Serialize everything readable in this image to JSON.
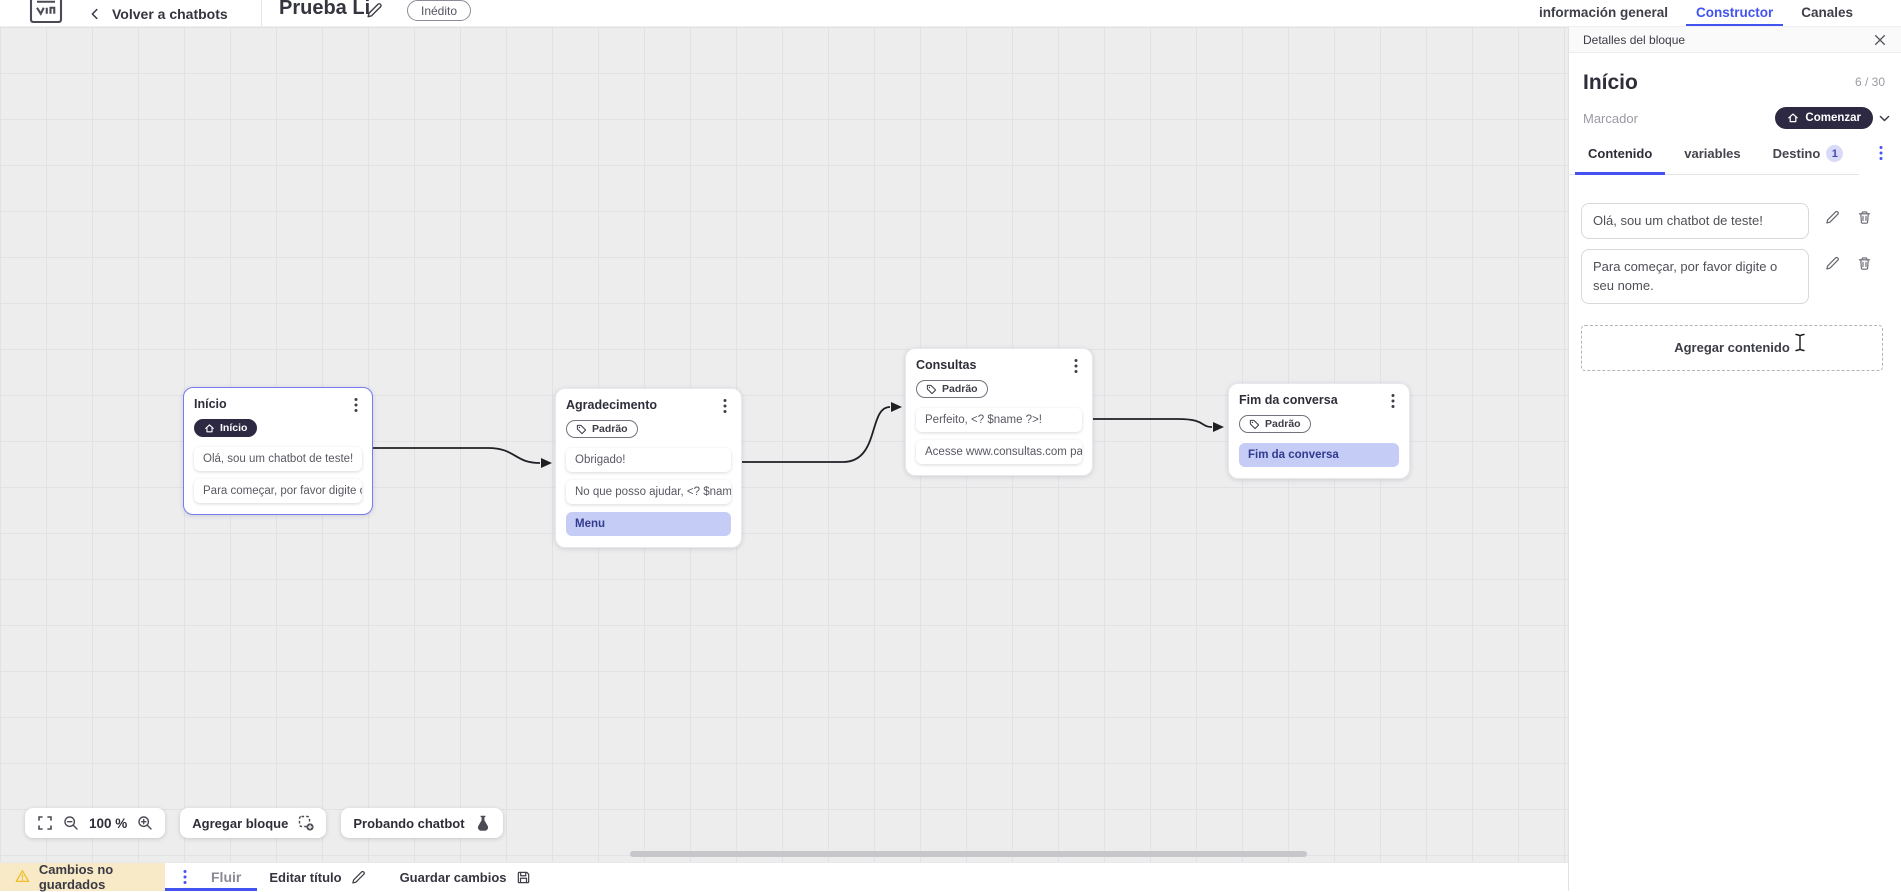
{
  "header": {
    "back_label": "Volver a chatbots",
    "title": "Prueba Li",
    "status_badge": "Inédito",
    "tabs": {
      "general": "información general",
      "constructor": "Constructor",
      "channels": "Canales"
    }
  },
  "canvas": {
    "zoom_level": "100 %",
    "add_block_label": "Agregar bloque",
    "test_chatbot_label": "Probando chatbot",
    "blocks": [
      {
        "title": "Início",
        "badge": "Início",
        "rows": [
          {
            "text": "Olá, sou um chatbot de teste!"
          },
          {
            "text": "Para começar, por favor digite o ..."
          }
        ]
      },
      {
        "title": "Agradecimento",
        "badge": "Padrão",
        "rows": [
          {
            "text": "Obrigado!"
          },
          {
            "text": "No que posso ajudar, <? $name ..."
          },
          {
            "text": "Menu"
          }
        ]
      },
      {
        "title": "Consultas",
        "badge": "Padrão",
        "rows": [
          {
            "text": "Perfeito, <? $name ?>!"
          },
          {
            "text": "Acesse www.consultas.com par..."
          }
        ]
      },
      {
        "title": "Fim da conversa",
        "badge": "Padrão",
        "rows": [
          {
            "text": "Fim da conversa"
          }
        ]
      }
    ]
  },
  "panel": {
    "header": "Detalles del bloque",
    "block_name": "Início",
    "name_counter": "6 / 30",
    "marker_label": "Marcador",
    "marker_value": "Comenzar",
    "tabs": {
      "content": "Contenido",
      "variables": "variables",
      "destination": "Destino",
      "destination_badge": "1"
    },
    "contents": [
      "Olá, sou um chatbot de teste!",
      "Para começar, por favor digite o seu nome."
    ],
    "add_content_label": "Agregar contenido"
  },
  "footer": {
    "unsaved_label": "Cambios no guardados",
    "flow_tab": "Fluir",
    "edit_title_label": "Editar título",
    "save_label": "Guardar cambios"
  },
  "colors": {
    "accent": "#4253f0",
    "selected_border": "#777cf0",
    "dark_pill": "#2d2942",
    "highlight_row_bg": "#c5ccf5",
    "highlight_row_text": "#323b8e",
    "unsaved_bg": "#f8e9c7",
    "warning_yellow": "#eebf2a"
  }
}
